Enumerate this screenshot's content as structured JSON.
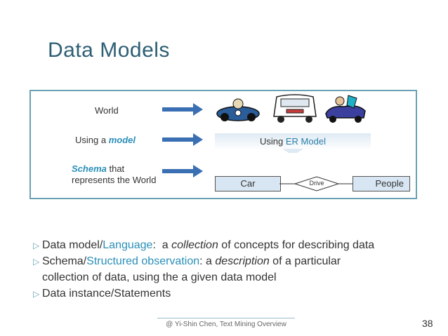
{
  "slide": {
    "title": "Data Models",
    "page_number": "38",
    "footer": "@ Yi-Shin Chen, Text Mining Overview"
  },
  "diagram": {
    "rows": {
      "world": "World",
      "model_prefix": "Using a ",
      "model_em": "model",
      "schema_em": "Schema",
      "schema_line1_suffix": " that",
      "schema_line2": "represents the World"
    },
    "er_banner_prefix": "Using ",
    "er_banner_highlight": "ER Model",
    "entity_left": "Car",
    "relationship": "Drive",
    "entity_right": "People",
    "colors": {
      "accent": "#2a8fb8",
      "arrow": "#3a6fb3",
      "box_fill": "#d7e6f2"
    }
  },
  "bullets": [
    {
      "p1": "Data model/",
      "p2": "Language",
      "p3": ":  a ",
      "p4": "collection",
      "p5": " of concepts for describing data"
    },
    {
      "p1": "Schema/",
      "p2": "Structured observation",
      "p3": ": a ",
      "p4": "description",
      "p5": " of a particular",
      "cont": "collection of data, using the a given data model"
    },
    {
      "p1": "Data instance/Statements"
    }
  ]
}
